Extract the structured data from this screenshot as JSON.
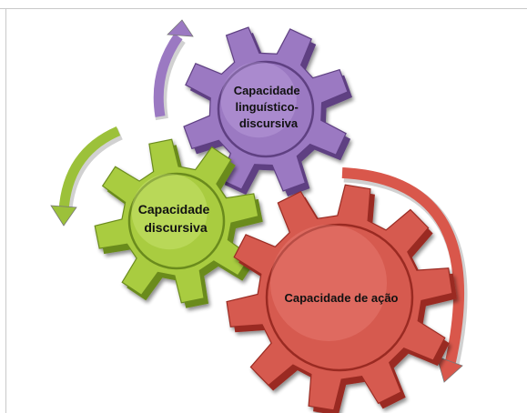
{
  "gears": [
    {
      "id": "linguistico",
      "lines": [
        "Capacidade",
        "linguístico-",
        "discursiva"
      ],
      "color": "#9b79c2",
      "dark": "#5e3f82",
      "light": "#c7abe6"
    },
    {
      "id": "discursiva",
      "lines": [
        "Capacidade",
        "discursiva"
      ],
      "color": "#a9cc41",
      "dark": "#6b8b1f",
      "light": "#d6ee86"
    },
    {
      "id": "acao",
      "lines": [
        "Capacidade de ação"
      ],
      "color": "#d65a4f",
      "dark": "#9a2c23",
      "light": "#f08d84"
    }
  ],
  "arrows": [
    {
      "id": "purple-arrow",
      "color": "#9b79c2"
    },
    {
      "id": "green-arrow",
      "color": "#9cc13a"
    },
    {
      "id": "red-arrow",
      "color": "#d9574b"
    }
  ]
}
